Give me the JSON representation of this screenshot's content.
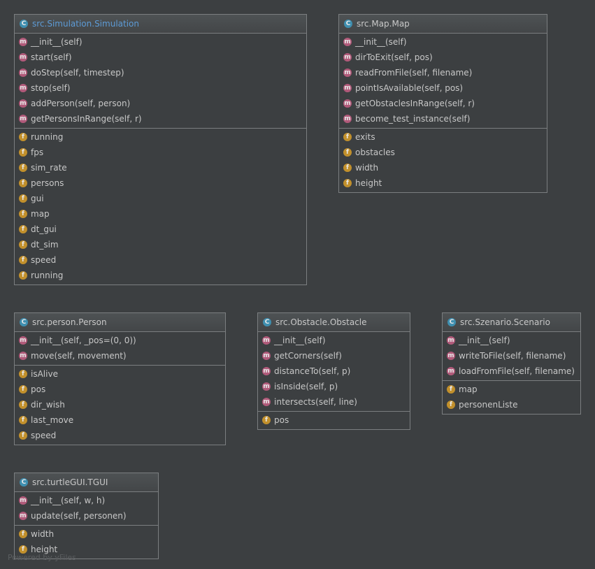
{
  "classes": [
    {
      "id": "simulation",
      "name": "src.Simulation.Simulation",
      "selected": true,
      "class_icon": "C",
      "methods": [
        "__init__(self)",
        "start(self)",
        "doStep(self, timestep)",
        "stop(self)",
        "addPerson(self, person)",
        "getPersonsInRange(self, r)"
      ],
      "fields": [
        "running",
        "fps",
        "sim_rate",
        "persons",
        "gui",
        "map",
        "dt_gui",
        "dt_sim",
        "speed",
        "running"
      ]
    },
    {
      "id": "map",
      "name": "src.Map.Map",
      "selected": false,
      "class_icon": "C",
      "methods": [
        "__init__(self)",
        "dirToExit(self, pos)",
        "readFromFile(self, filename)",
        "pointIsAvailable(self, pos)",
        "getObstaclesInRange(self, r)",
        "become_test_instance(self)"
      ],
      "fields": [
        "exits",
        "obstacles",
        "width",
        "height"
      ]
    },
    {
      "id": "person",
      "name": "src.person.Person",
      "selected": false,
      "class_icon": "C",
      "methods": [
        "__init__(self, _pos=(0, 0))",
        "move(self, movement)"
      ],
      "fields": [
        "isAlive",
        "pos",
        "dir_wish",
        "last_move",
        "speed"
      ]
    },
    {
      "id": "obstacle",
      "name": "src.Obstacle.Obstacle",
      "selected": false,
      "class_icon": "C",
      "methods": [
        "__init__(self)",
        "getCorners(self)",
        "distanceTo(self, p)",
        "isInside(self, p)",
        "intersects(self, line)"
      ],
      "fields": [
        "pos"
      ]
    },
    {
      "id": "szenario",
      "name": "src.Szenario.Scenario",
      "selected": false,
      "class_icon": "C",
      "methods": [
        "__init__(self)",
        "writeToFile(self, filename)",
        "loadFromFile(self, filename)"
      ],
      "fields": [
        "map",
        "personenListe"
      ]
    },
    {
      "id": "tgui",
      "name": "src.turtleGUI.TGUI",
      "selected": false,
      "class_icon": "C",
      "methods": [
        "__init__(self, w, h)",
        "update(self, personen)"
      ],
      "fields": [
        "width",
        "height"
      ]
    }
  ],
  "icons": {
    "class": "class-icon",
    "method": "method-icon",
    "field": "field-icon"
  },
  "badge_letters": {
    "method": "m",
    "field": "f"
  },
  "colors": {
    "background": "#3c3f41",
    "border": "#7b7e80",
    "selected_title": "#5d9bd6",
    "class_badge": "#3f8fb0",
    "method_badge": "#b15a7a",
    "field_badge": "#c2902c"
  },
  "watermark": "Powered by yFiles"
}
